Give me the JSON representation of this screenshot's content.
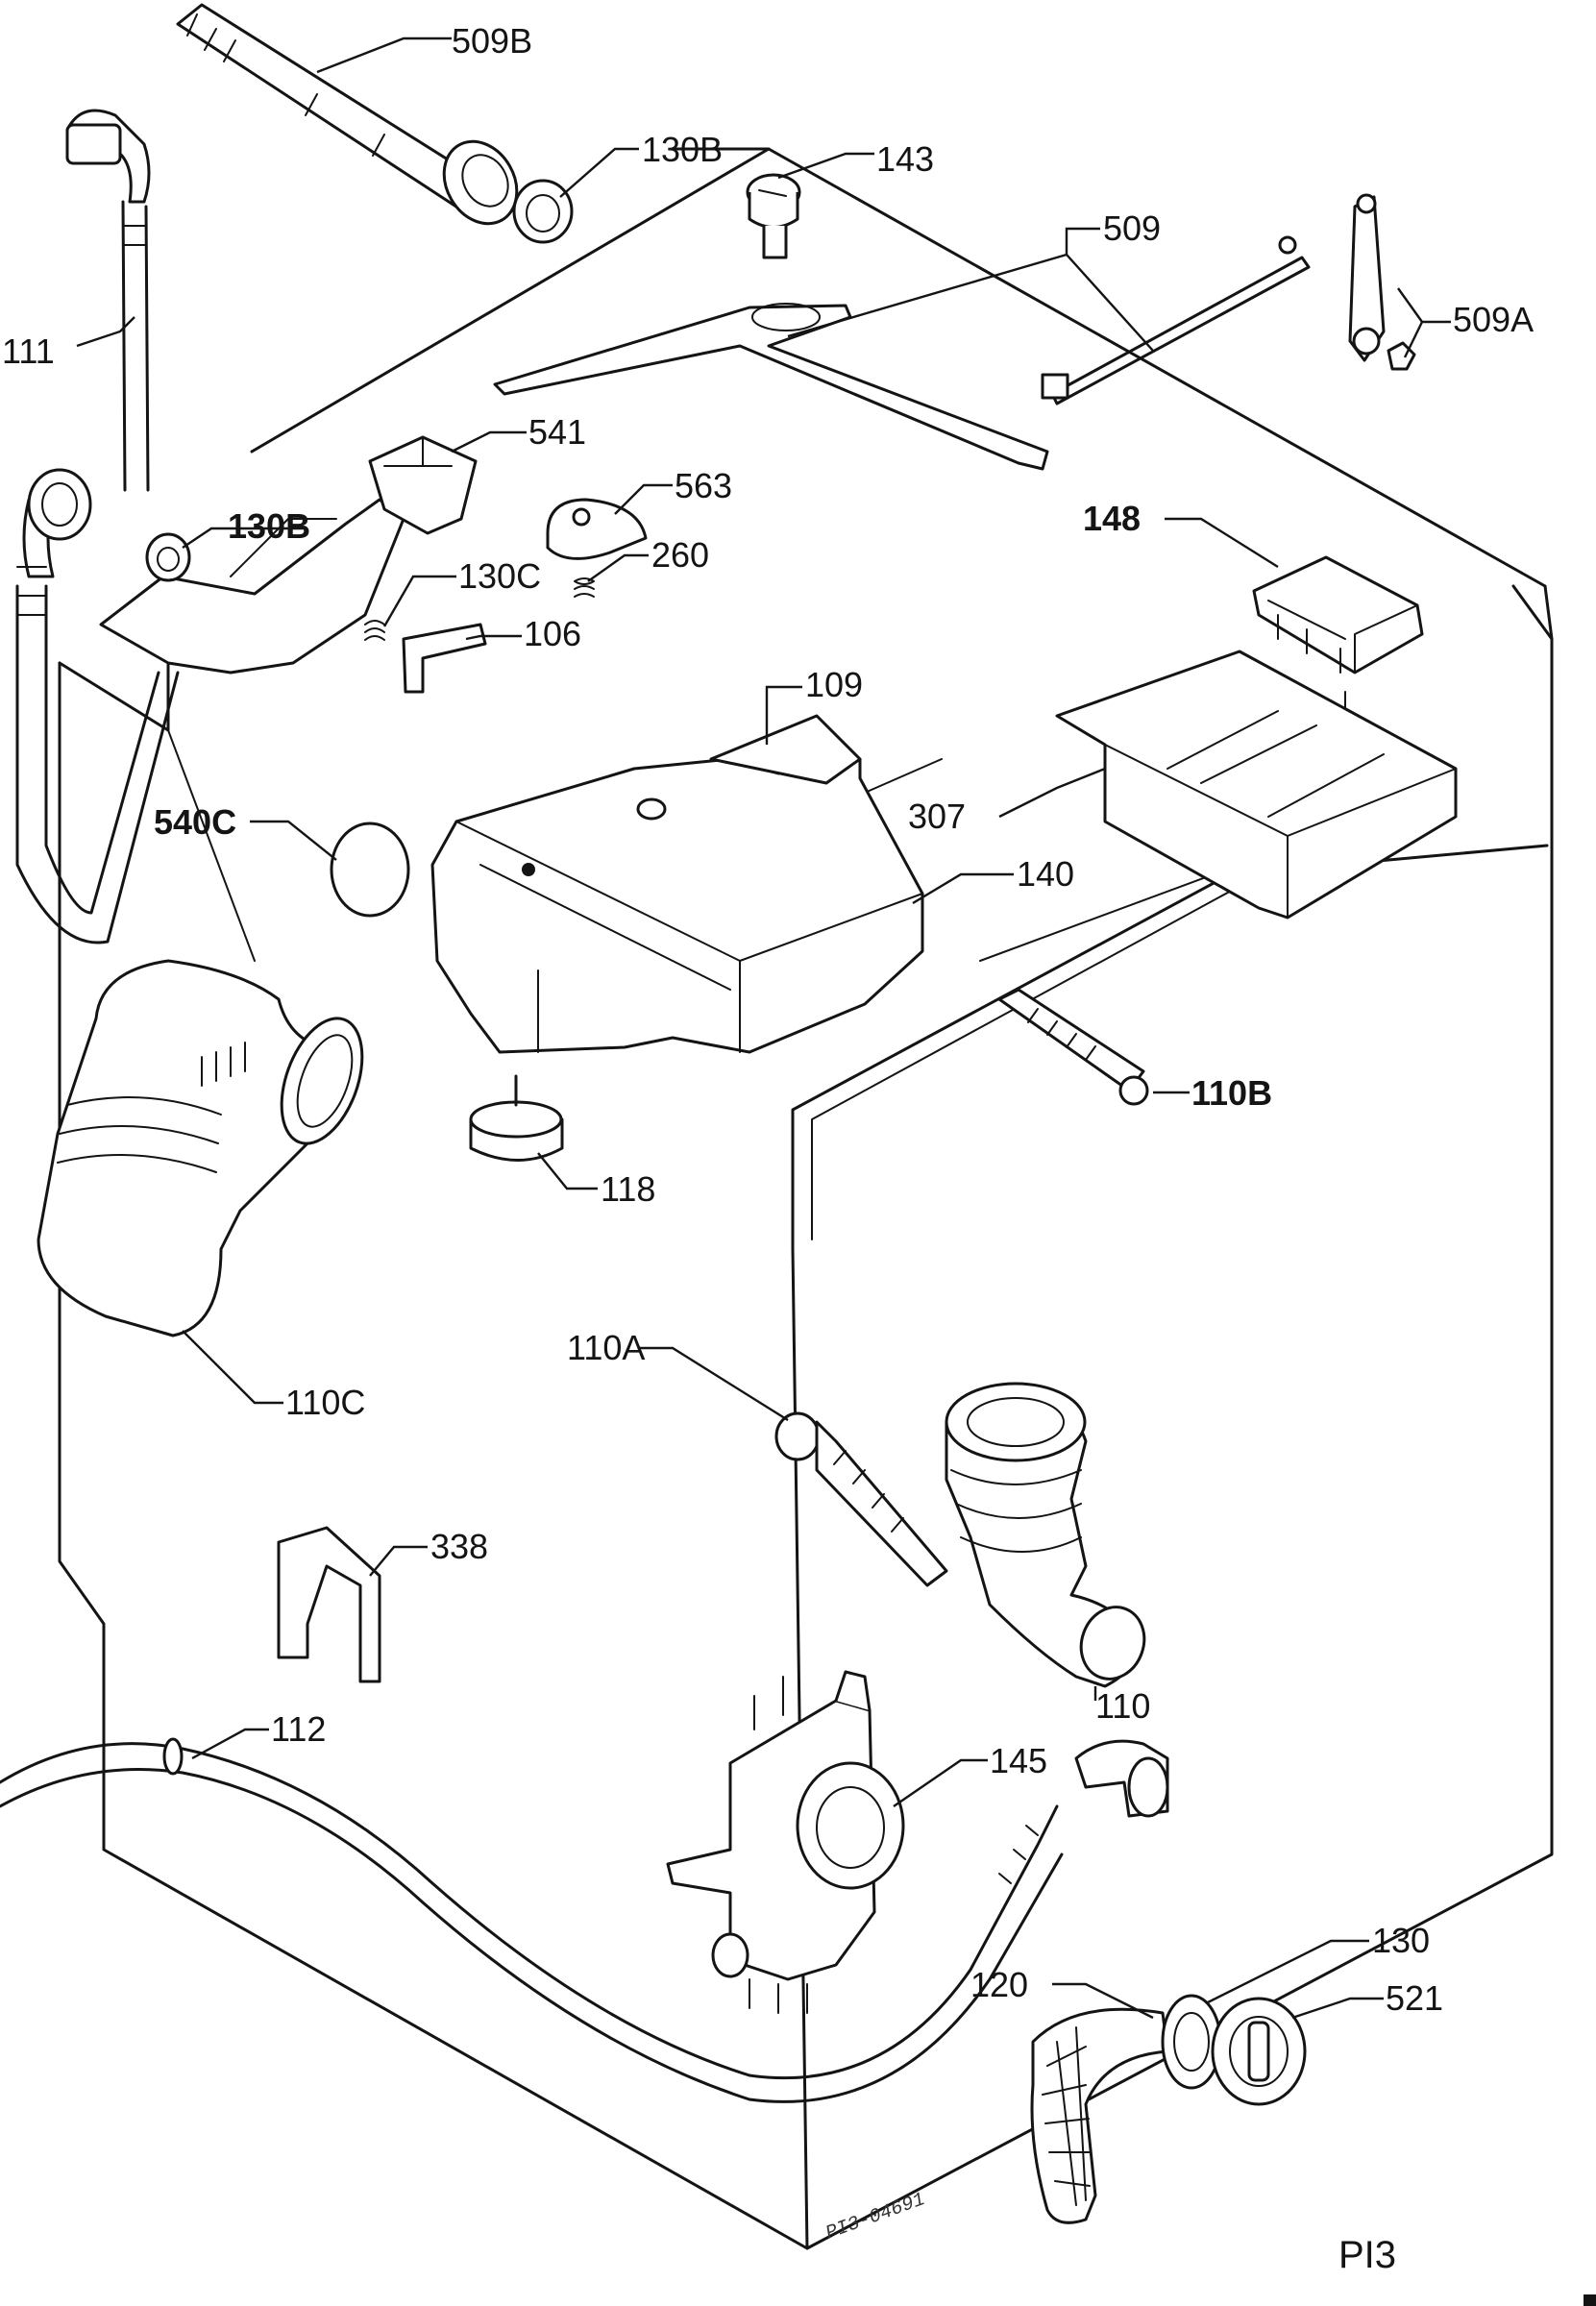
{
  "labels": {
    "p509b": "509B",
    "p130b_top": "130B",
    "p143": "143",
    "p509": "509",
    "p509a": "509A",
    "p111": "111",
    "p541": "541",
    "p563": "563",
    "p130b_mid": "130B",
    "p260": "260",
    "p130c": "130C",
    "p106": "106",
    "p148": "148",
    "p109": "109",
    "p540c": "540C",
    "p307": "307",
    "p140": "140",
    "p110b": "110B",
    "p118": "118",
    "p110c": "110C",
    "p110a": "110A",
    "p338": "338",
    "p110": "110",
    "p112": "112",
    "p145": "145",
    "p130": "130",
    "p120": "120",
    "p521": "521"
  },
  "drawing_code": "PI3-04691",
  "page_id": "PI3"
}
